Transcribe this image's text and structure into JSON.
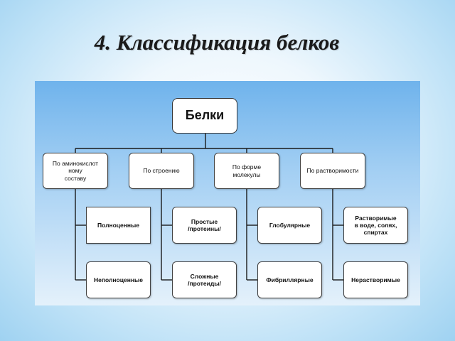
{
  "title": "4. Классификация белков",
  "diagram": {
    "root": "Белки",
    "categories": [
      {
        "label": "По аминокислот\nному\nсоставу",
        "items": [
          "Полноценные",
          "Неполноценные"
        ]
      },
      {
        "label": "По строению",
        "items": [
          "Простые\n/протеины/",
          "Сложные\n/протеиды/"
        ]
      },
      {
        "label": "По форме\nмолекулы",
        "items": [
          "Глобулярные",
          "Фибриллярные"
        ]
      },
      {
        "label": "По растворимости",
        "items": [
          "Растворимые\nв воде, солях,\nспиртах",
          "Нерастворимые"
        ]
      }
    ]
  }
}
